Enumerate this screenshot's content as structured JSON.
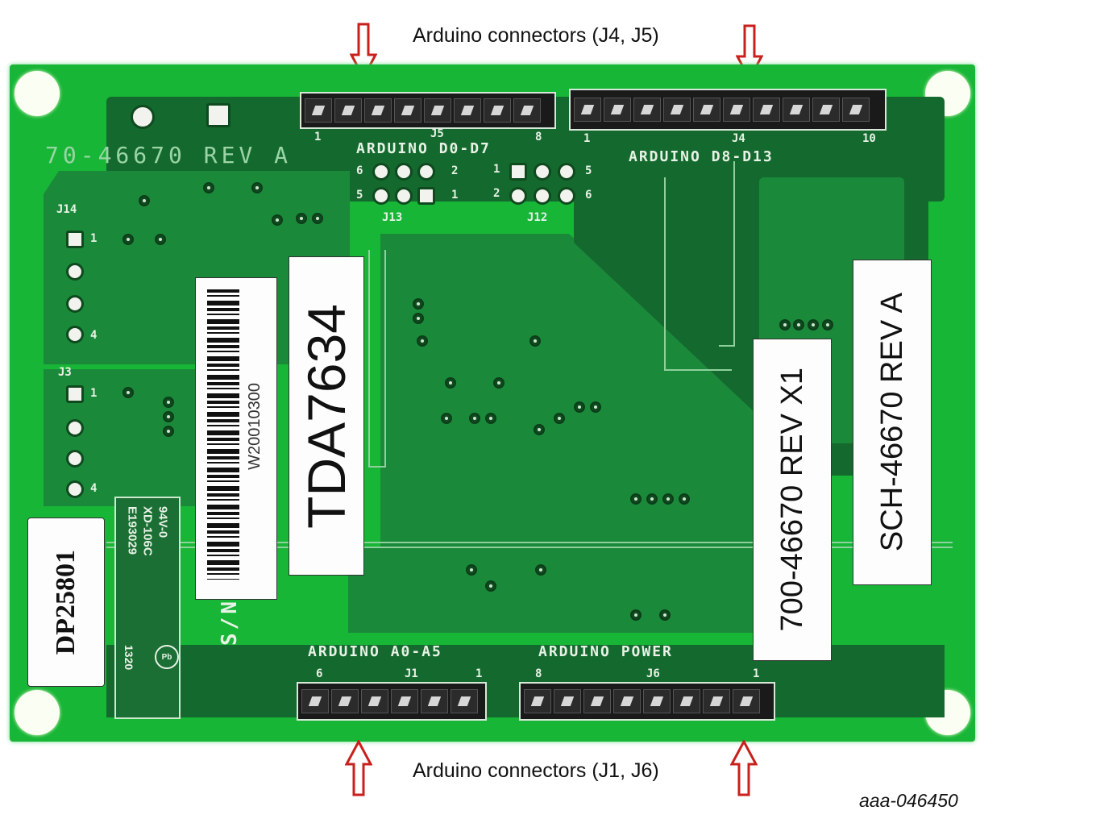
{
  "figure": {
    "id": "aaa-046450",
    "callouts": {
      "top": "Arduino connectors (J4, J5)",
      "bottom": "Arduino connectors (J1, J6)"
    },
    "arrow_color": "#c8201c"
  },
  "board": {
    "colors": {
      "substrate": "#18b637",
      "copper_fill": "#1a8a3a",
      "dark_fill": "#146a2e",
      "silkscreen": "#e8f2e6"
    },
    "silkscreen": {
      "part_number": "70-46670 REV A",
      "sn_label": "S/N",
      "connectors": {
        "j5": {
          "ref": "J5",
          "title": "ARDUINO D0-D7",
          "pin_first": "1",
          "pin_last": "8",
          "pins": 8
        },
        "j4": {
          "ref": "J4",
          "title": "ARDUINO D8-D13",
          "pin_first": "1",
          "pin_last": "10",
          "pins": 10
        },
        "j1": {
          "ref": "J1",
          "title": "ARDUINO A0-A5",
          "pin_first": "1",
          "pin_last": "6",
          "pins": 6
        },
        "j6": {
          "ref": "J6",
          "title": "ARDUINO POWER",
          "pin_first": "1",
          "pin_last": "8",
          "pins": 8
        },
        "j13": {
          "ref": "J13",
          "pins_top": [
            "6",
            "2"
          ],
          "pins_bottom": [
            "5",
            "1"
          ]
        },
        "j12": {
          "ref": "J12",
          "pins_top": [
            "1",
            "5"
          ],
          "pins_bottom": [
            "2",
            "6"
          ]
        },
        "j14": {
          "ref": "J14",
          "pin_first": "1",
          "pin_last": "4"
        },
        "j3": {
          "ref": "J3",
          "pin_first": "1",
          "pin_last": "4"
        }
      },
      "ul_marking": {
        "rating": "94V-0",
        "line2": "XD-106C",
        "line3": "E193029",
        "date": "1320"
      }
    },
    "stickers": {
      "dp": "DP25801",
      "barcode": "W20010300",
      "tda": "TDA7634",
      "assembly": "700-46670 REV X1",
      "schematic": "SCH-46670 REV A"
    }
  }
}
